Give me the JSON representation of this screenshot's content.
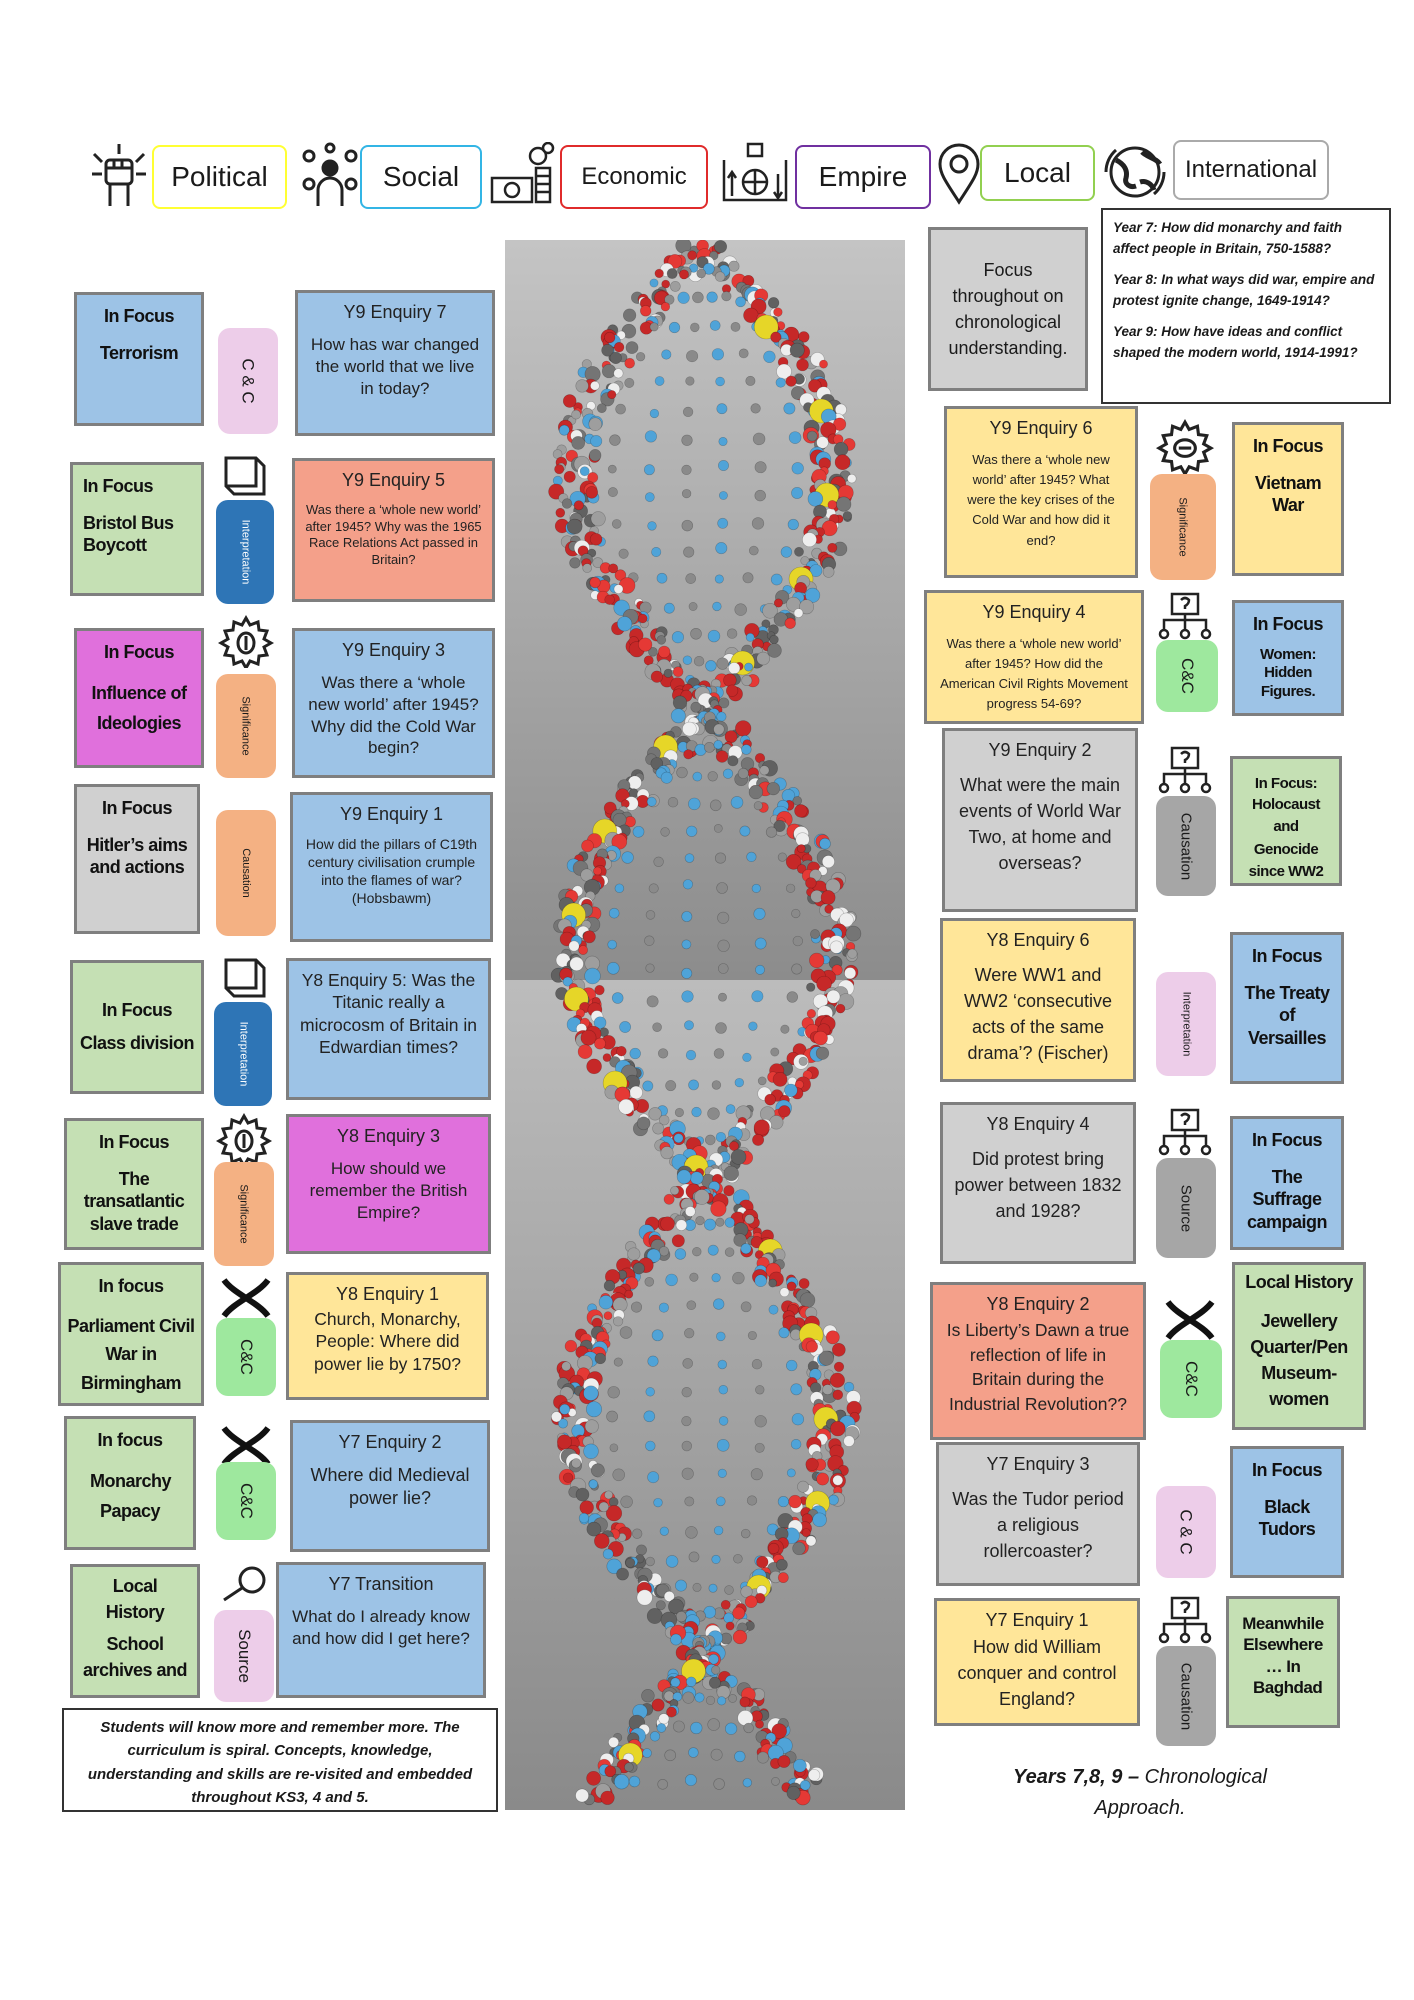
{
  "legend": [
    {
      "label": "Political",
      "color": "#ffff33",
      "icon": "raised-fist-icon"
    },
    {
      "label": "Social",
      "color": "#33b5e5",
      "icon": "people-network-icon"
    },
    {
      "label": "Economic",
      "color": "#e02b2b",
      "icon": "money-icon"
    },
    {
      "label": "Empire",
      "color": "#7030a0",
      "icon": "globe-arrows-icon"
    },
    {
      "label": "Local",
      "color": "#92d050",
      "icon": "location-pin-icon"
    },
    {
      "label": "International",
      "color": "#888888",
      "icon": "world-icon"
    }
  ],
  "focus_chrono": "Focus throughout on chronological understanding.",
  "year_questions": [
    "Year 7: How did monarchy and faith affect people in Britain, 750-1588?",
    "Year 8: In what ways did war, empire and protest ignite change, 1649-1914?",
    "Year 9: How have ideas and conflict shaped the modern world, 1914-1991?"
  ],
  "left_rows": [
    {
      "focus_title": "In Focus",
      "focus_body": "Terrorism",
      "pill": "C & C",
      "enq_title": "Y9 Enquiry 7",
      "enq_body": "How has war changed the world that we live in today?"
    },
    {
      "focus_title": "In Focus",
      "focus_body": "Bristol Bus Boycott",
      "pill": "Interpretation",
      "enq_title": "Y9 Enquiry 5",
      "enq_body": "Was there a ‘whole new world’ after 1945? Why was the 1965 Race Relations Act passed in Britain?"
    },
    {
      "focus_title": "In Focus",
      "focus_body": "Influence of Ideologies",
      "pill": "Significance",
      "enq_title": "Y9 Enquiry 3",
      "enq_body": "Was there a ‘whole new world’ after 1945? Why did the Cold War begin?"
    },
    {
      "focus_title": "In Focus",
      "focus_body": "Hitler’s aims and actions",
      "pill": "Causation",
      "enq_title": "Y9 Enquiry 1",
      "enq_body": "How did the pillars of C19th century civilisation crumple into the flames of war? (Hobsbawm)"
    },
    {
      "focus_title": "In Focus",
      "focus_body": "Class division",
      "pill": "Interpretation",
      "enq_title": "Y8 Enquiry 5:",
      "enq_body": "Was the Titanic really a microcosm of Britain in Edwardian times?"
    },
    {
      "focus_title": "In Focus",
      "focus_body": "The transatlantic slave trade",
      "pill": "Significance",
      "enq_title": "Y8 Enquiry 3",
      "enq_body": "How should we remember the British Empire?"
    },
    {
      "focus_title": "In focus",
      "focus_body": "Parliament Civil War in Birmingham",
      "pill": "C&C",
      "enq_title": "Y8 Enquiry 1",
      "enq_body": "Church, Monarchy, People: Where did power lie by 1750?"
    },
    {
      "focus_title": "In focus",
      "focus_body": "Monarchy Papacy",
      "pill": "C&C",
      "enq_title": "Y7 Enquiry 2",
      "enq_body": "Where did Medieval power lie?"
    },
    {
      "focus_title": "Local History",
      "focus_body": "School archives and",
      "pill": "Source",
      "enq_title": "Y7 Transition",
      "enq_body": "What do I already know and how did I get here?"
    }
  ],
  "right_rows": [
    {
      "enq_title": "Y9 Enquiry 6",
      "enq_body": "Was there a ‘whole new world’ after 1945? What were the key crises of the Cold War and how did it end?",
      "pill": "Significance",
      "focus_title": "In Focus",
      "focus_body": "Vietnam War"
    },
    {
      "enq_title": "Y9 Enquiry 4",
      "enq_body": "Was there a ‘whole new world’ after 1945? How did the American Civil Rights Movement progress 54-69?",
      "pill": "C&C",
      "focus_title": "In Focus",
      "focus_body": "Women: Hidden Figures."
    },
    {
      "enq_title": "Y9 Enquiry 2",
      "enq_body": "What were the main events of World War Two, at home and overseas?",
      "pill": "Causation",
      "focus_title": "In Focus:",
      "focus_body": "Holocaust and Genocide since WW2"
    },
    {
      "enq_title": "Y8 Enquiry 6",
      "enq_body": "Were WW1 and WW2 ‘consecutive acts of the same drama’? (Fischer)",
      "pill": "Interpretation",
      "focus_title": "In Focus",
      "focus_body": "The Treaty of Versailles"
    },
    {
      "enq_title": "Y8 Enquiry 4",
      "enq_body": "Did protest bring power between 1832 and 1928?",
      "pill": "Source",
      "focus_title": "In Focus",
      "focus_body": "The Suffrage campaign"
    },
    {
      "enq_title": "Y8 Enquiry 2",
      "enq_body": "Is Liberty’s Dawn a true reflection of life in Britain during the Industrial Revolution??",
      "pill": "C&C",
      "focus_title": "Local History",
      "focus_body": "Jewellery Quarter/Pen Museum- women"
    },
    {
      "enq_title": "Y7 Enquiry 3",
      "enq_body": "Was the Tudor period a religious rollercoaster?",
      "pill": "C & C",
      "focus_title": "In Focus",
      "focus_body": "Black Tudors"
    },
    {
      "enq_title": "Y7 Enquiry 1",
      "enq_body": "How did William conquer and control England?",
      "pill": "Causation",
      "focus_title": "Meanwhile Elsewhere",
      "focus_body": "… In Baghdad"
    }
  ],
  "bottom_note": "Students will know more and remember more. The curriculum is spiral. Concepts, knowledge, understanding and skills are re-visited and embedded throughout KS3, 4 and 5.",
  "caption_bold": "Years 7,8, 9 –",
  "caption_rest": " Chronological Approach."
}
